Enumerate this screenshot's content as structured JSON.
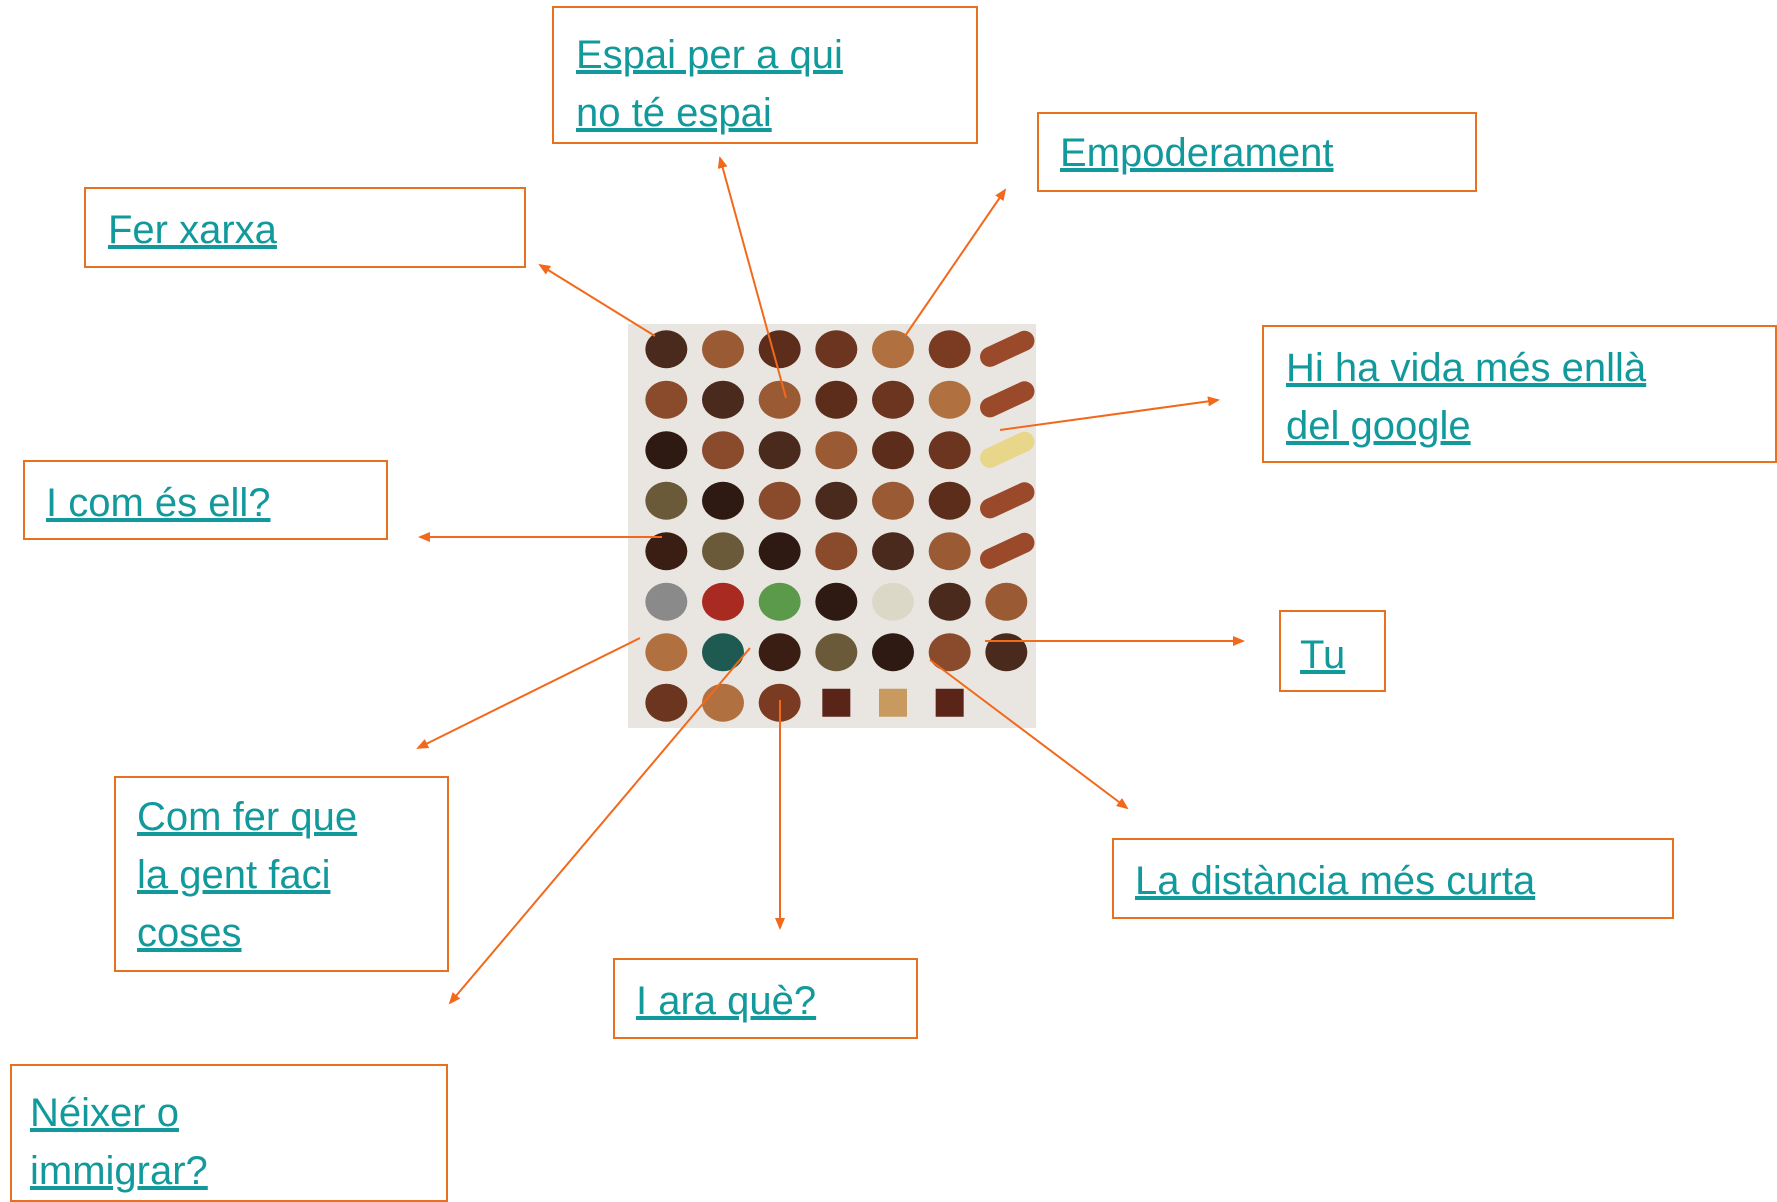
{
  "links": {
    "espai_line1": "Espai per a qui",
    "espai_line2": "no té espai",
    "empoderament": "Empoderament",
    "fer_xarxa": "Fer xarxa",
    "hi_ha_vida_line1": "Hi ha vida més enllà",
    "hi_ha_vida_line2": "del google",
    "i_com_es_ell": "I com és ell?",
    "tu": "Tu",
    "com_fer_line1": "Com fer que",
    "com_fer_line2": "la gent faci",
    "com_fer_line3": "coses",
    "distancia": "La distància més curta",
    "i_ara_que": "I ara què?",
    "neixer_line1": " Néixer o",
    "neixer_line2": "immigrar?"
  },
  "colors": {
    "link": "#12999c",
    "border": "#e8711f",
    "arrow": "#f2691b"
  },
  "image": {
    "name": "chocolate-bonbons-grid",
    "rows": 8,
    "cols": 7
  }
}
